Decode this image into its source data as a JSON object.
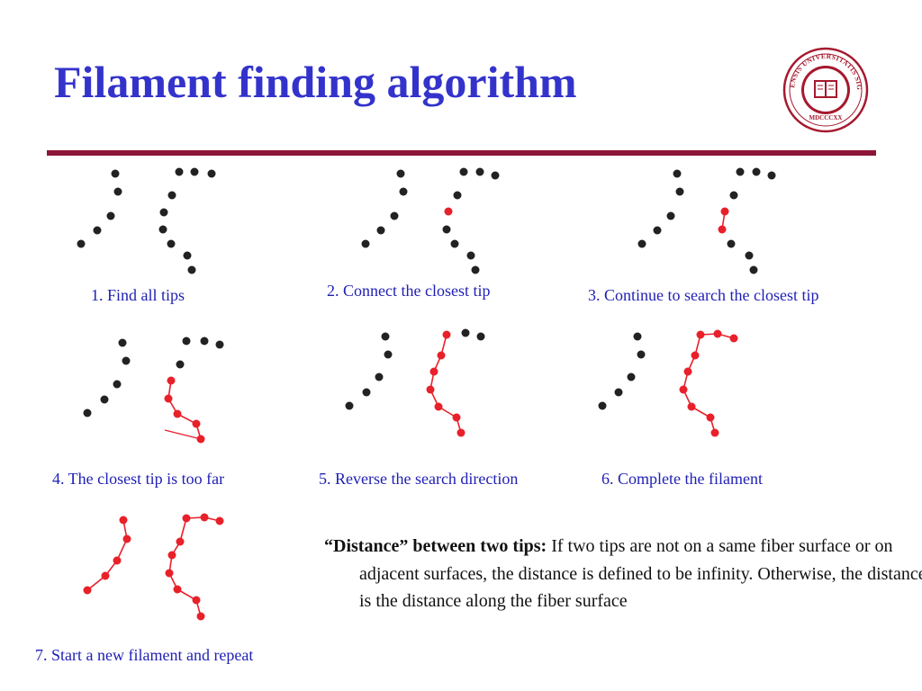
{
  "slide": {
    "title": "Filament finding algorithm",
    "accent_color": "#8b1538",
    "title_color": "#3333cc",
    "caption_color": "#1f1fb4",
    "node_colors": {
      "unconnected": "#222222",
      "filament": "#e8202a"
    }
  },
  "logo": {
    "name": "indiana-university-seal",
    "text_top": "INDIANENSIS UNIVERSITATIS SIGILLUM",
    "text_bottom": "MDCCCXX"
  },
  "panels": [
    {
      "caption": "1. Find all tips"
    },
    {
      "caption": "2. Connect the closest tip"
    },
    {
      "caption": "3. Continue to search the closest tip"
    },
    {
      "caption": "4. The closest tip is too far"
    },
    {
      "caption": "5. Reverse the search direction"
    },
    {
      "caption": "6. Complete the filament"
    },
    {
      "caption": "7. Start a new filament and repeat"
    }
  ],
  "note": {
    "term": "“Distance” between two tips:",
    "body": " If two tips are not on a same fiber surface or on adjacent surfaces, the distance is defined to be infinity. Otherwise, the distance is the distance along the fiber surface"
  }
}
